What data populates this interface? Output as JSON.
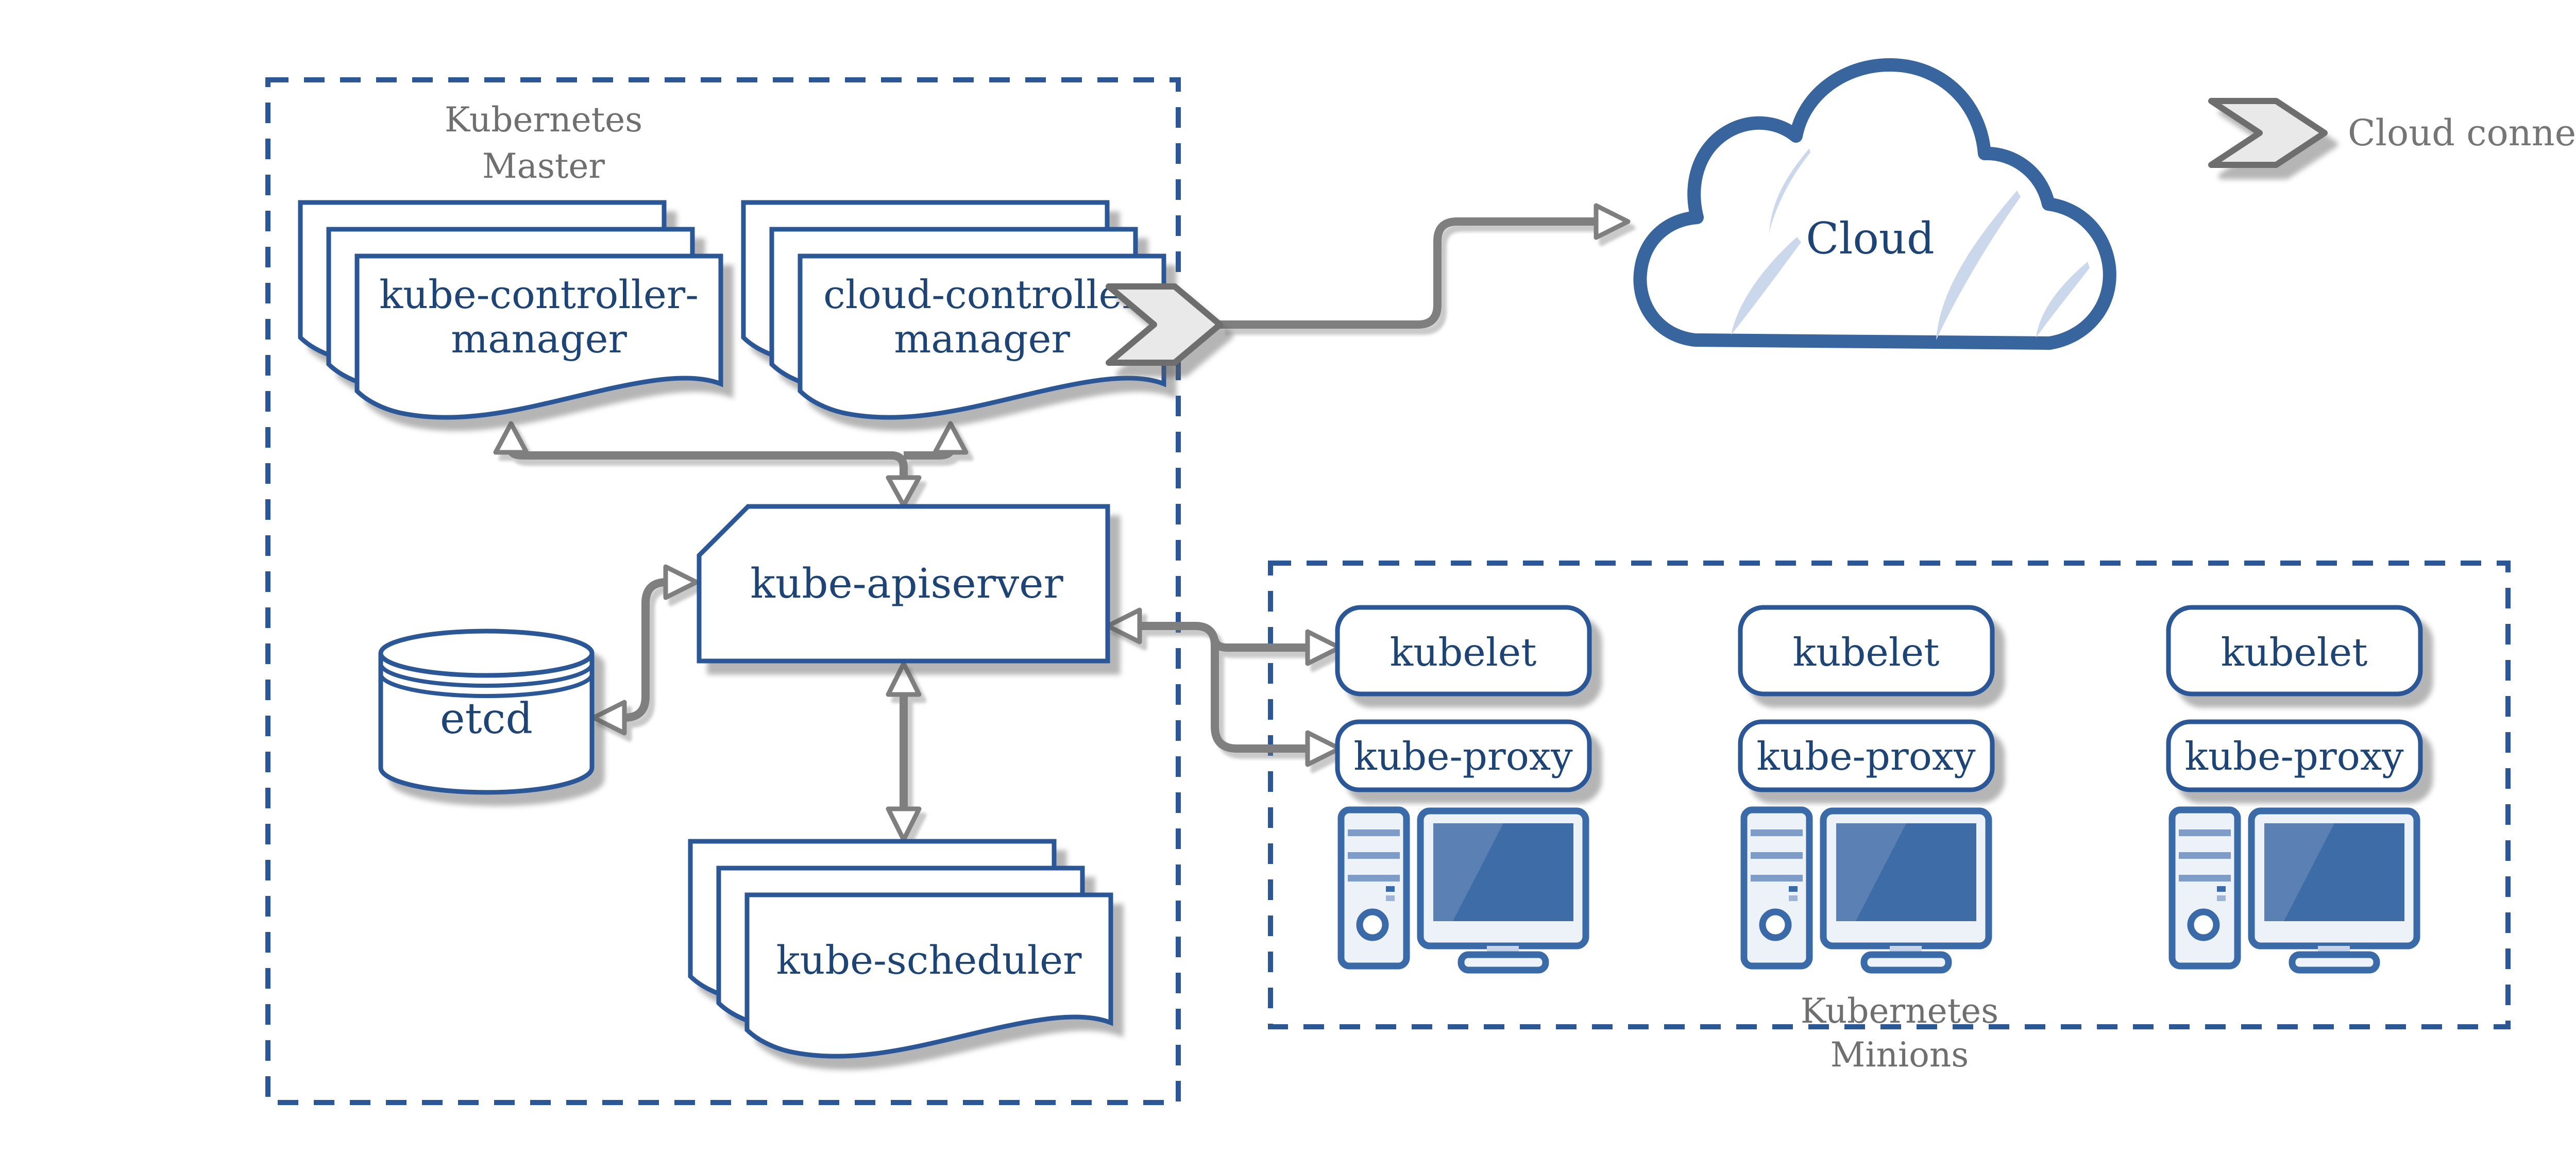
{
  "master": {
    "title_line1": "Kubernetes",
    "title_line2": "Master",
    "kube_controller_manager": {
      "line1": "kube-controller-",
      "line2": "manager"
    },
    "cloud_controller_manager": {
      "line1": "cloud-controller",
      "line2": "manager"
    },
    "kube_apiserver": {
      "label": "kube-apiserver"
    },
    "etcd": {
      "label": "etcd"
    },
    "kube_scheduler": {
      "label": "kube-scheduler"
    }
  },
  "cloud": {
    "label": "Cloud"
  },
  "legend": {
    "cloud_connector_label": "Cloud connector"
  },
  "minions": {
    "title_line1": "Kubernetes",
    "title_line2": "Minions",
    "nodes": [
      {
        "kubelet": "kubelet",
        "kube_proxy": "kube-proxy"
      },
      {
        "kubelet": "kubelet",
        "kube_proxy": "kube-proxy"
      },
      {
        "kubelet": "kubelet",
        "kube_proxy": "kube-proxy"
      }
    ]
  },
  "colors": {
    "node_border_blue": "#2B5797",
    "node_text_navy": "#1E4476",
    "cloud_border_blue": "#38659E",
    "cloud_highlight_blue": "#CBD8EB",
    "boundary_dash_blue": "#2B5797",
    "arrow_gray": "#7F7F7F",
    "connector_chevron_fill": "#E9E9E9",
    "muted_label_gray": "#6F6F6F",
    "icon_blue": "#3A6BA8",
    "icon_light_fill": "#EDF2F9",
    "icon_screen_blue": "#3E6CA6"
  }
}
